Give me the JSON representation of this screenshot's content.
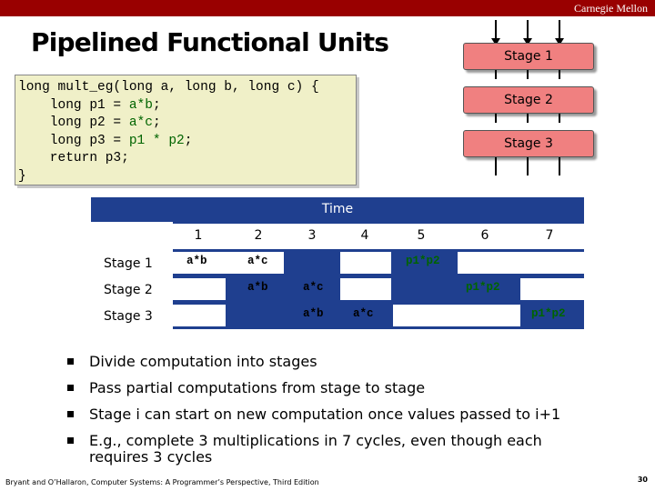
{
  "header": {
    "brand": "Carnegie Mellon",
    "bar_color": "#990000"
  },
  "title": "Pipelined Functional Units",
  "code": {
    "lines": [
      "long mult_eg(long a, long b, long c) {",
      "    long p1 = a*b;",
      "    long p2 = a*c;",
      "    long p3 = p1 * p2;",
      "    return p3;",
      "}"
    ]
  },
  "pipeline": {
    "stages": [
      "Stage 1",
      "Stage 2",
      "Stage 3"
    ],
    "box_color": "#f08080"
  },
  "timing": {
    "time_label": "Time",
    "cycles": [
      "1",
      "2",
      "3",
      "4",
      "5",
      "6",
      "7"
    ],
    "rows": [
      {
        "label": "Stage 1",
        "entries": [
          "a*b",
          "a*c",
          "p1*p2"
        ]
      },
      {
        "label": "Stage 2",
        "entries": [
          "a*b",
          "a*c",
          "p1*p2"
        ]
      },
      {
        "label": "Stage 3",
        "entries": [
          "a*b",
          "a*c",
          "p1*p2"
        ]
      }
    ],
    "header_color": "#1f3f8f"
  },
  "bullets": [
    "Divide computation into stages",
    "Pass partial computations from stage to stage",
    "Stage i can start on new computation once values passed to i+1",
    "E.g., complete 3 multiplications in 7 cycles, even though each",
    "requires 3 cycles"
  ],
  "footer": {
    "citation": "Bryant and O’Hallaron, Computer Systems: A Programmer’s Perspective, Third Edition",
    "page": "30"
  }
}
